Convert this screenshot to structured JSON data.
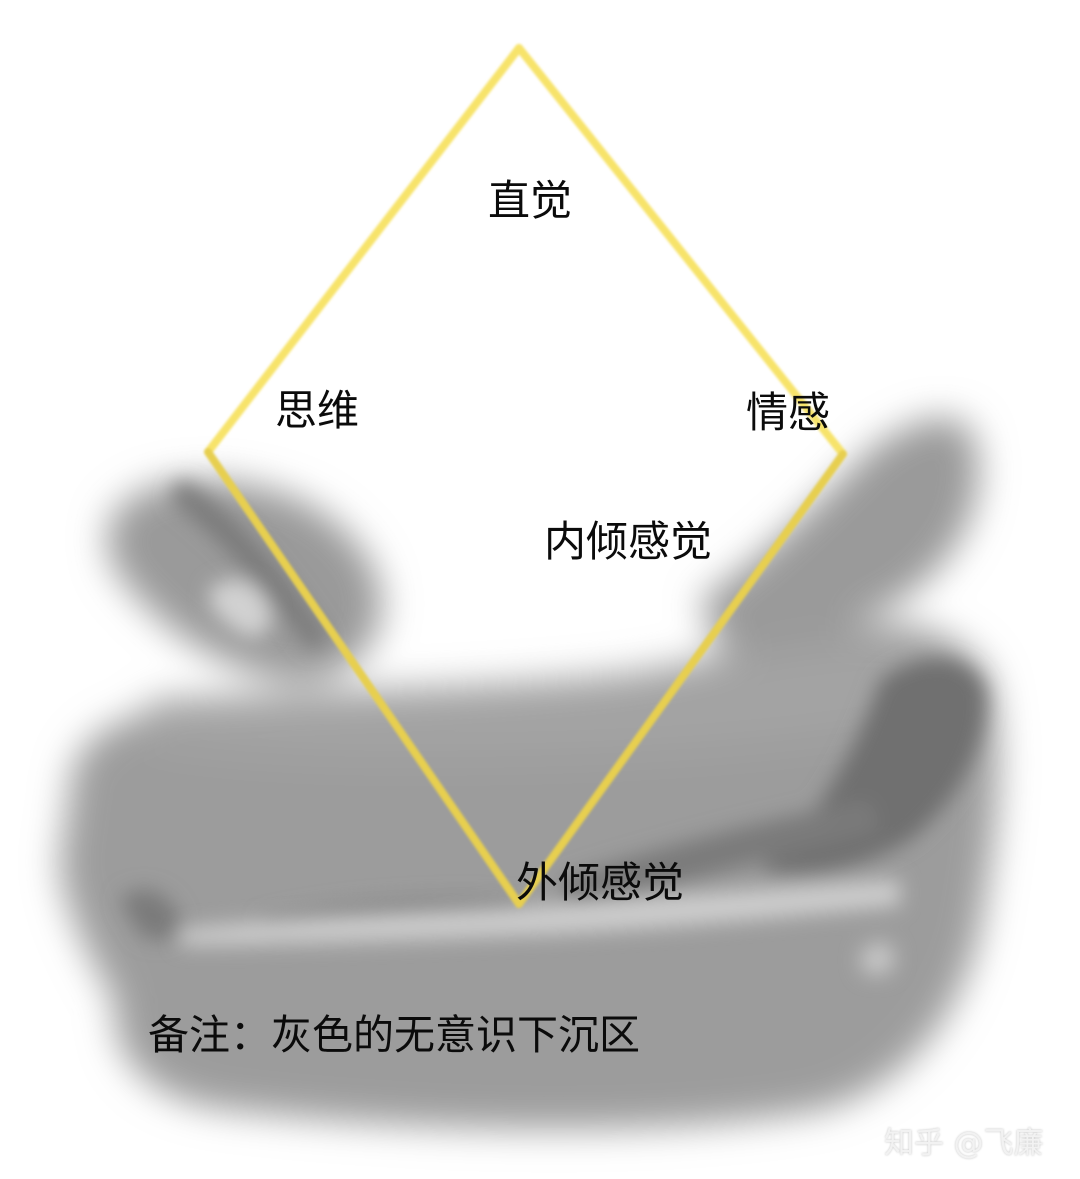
{
  "diagram": {
    "top_vertex_label": "直觉",
    "left_vertex_label": "思维",
    "right_vertex_label": "情感",
    "inner_label": "内倾感觉",
    "bottom_vertex_label": "外倾感觉",
    "note": "备注：灰色的无意识下沉区"
  },
  "watermark": "知乎 @飞廉",
  "colors": {
    "diamond_outline": "#f7e36a",
    "vertical_axis": "#e8707a",
    "horizontal_axis": "#6fb6f0",
    "unconscious_zone": "#9a9a9a",
    "unconscious_zone_dark": "#6e6e6e",
    "background": "#ffffff",
    "text": "#0b0b0b"
  }
}
